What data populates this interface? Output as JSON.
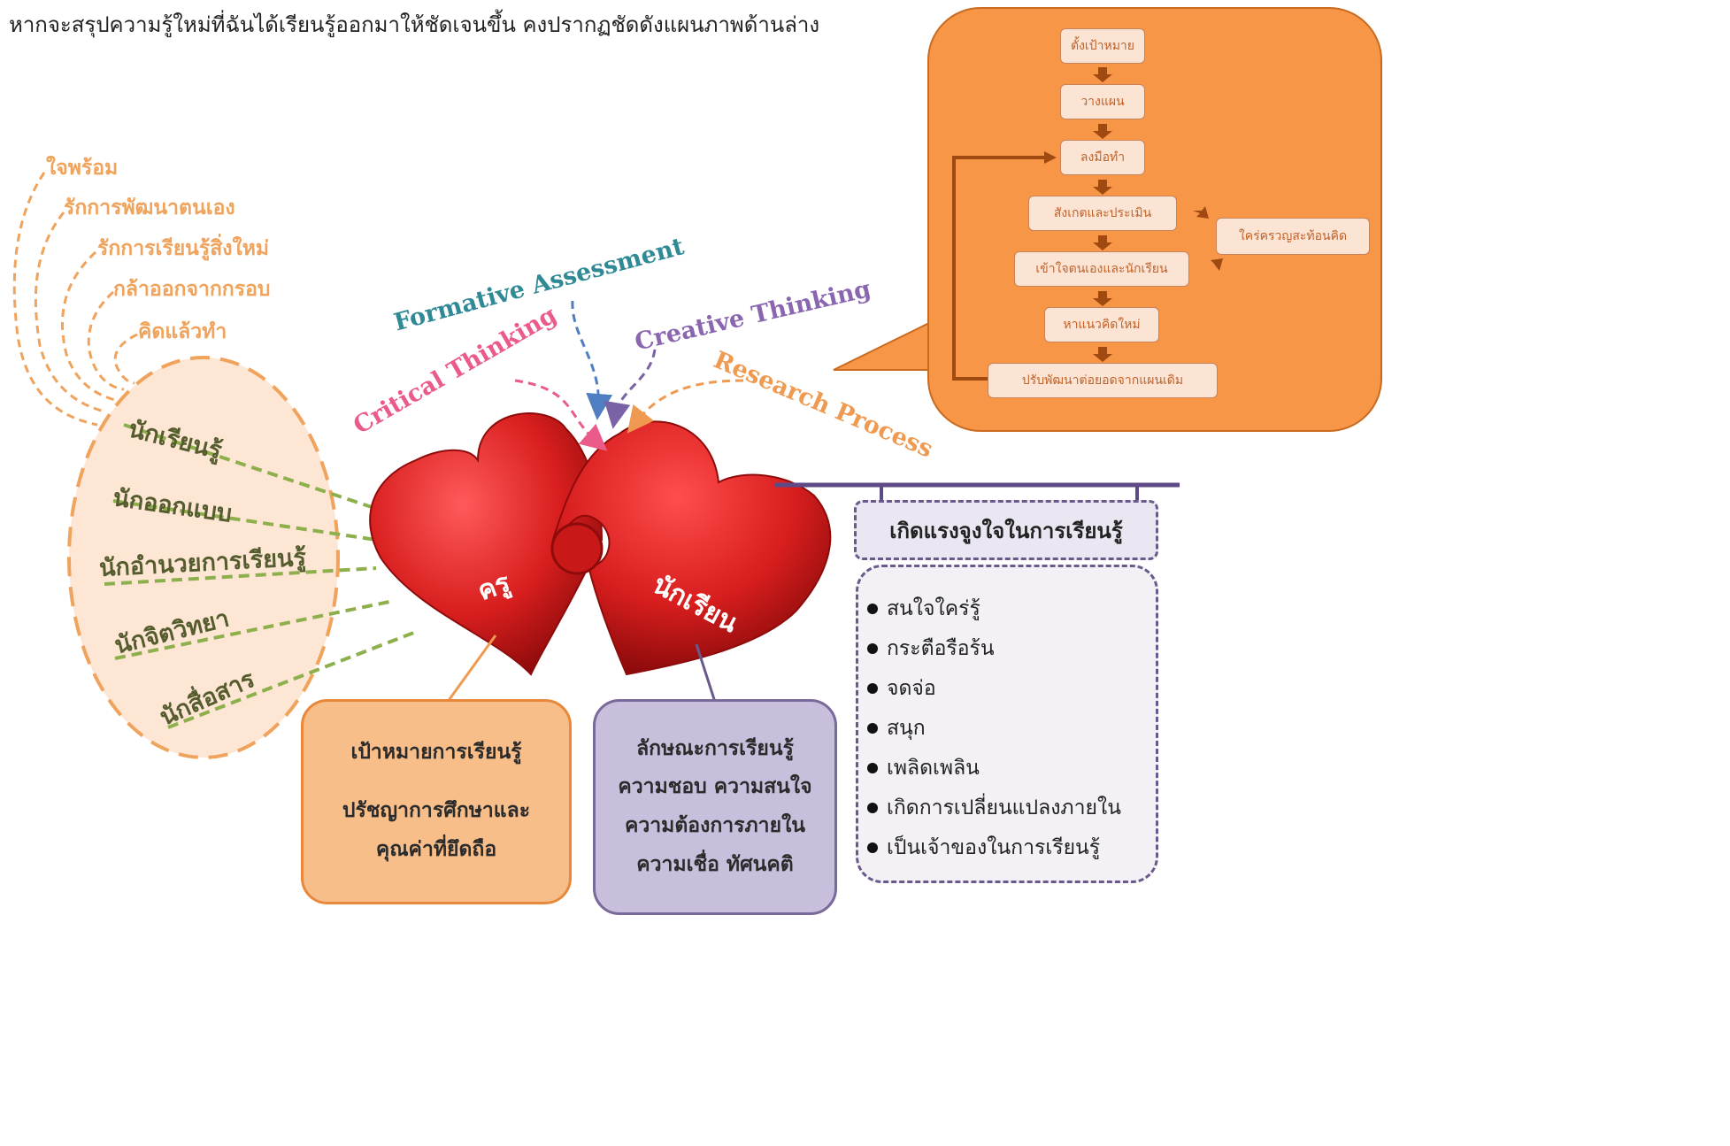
{
  "intro_text": "หากจะสรุปความรู้ใหม่ที่ฉันได้เรียนรู้ออกมาให้ชัดเจนขึ้น   คงปรากฏชัดดังแผนภาพด้านล่าง",
  "traits": [
    "ใจพร้อม",
    "รักการพัฒนาตนเอง",
    "รักการเรียนรู้สิ่งใหม่",
    "กล้าออกจากกรอบ",
    "คิดแล้วทำ"
  ],
  "roles": [
    "นักเรียนรู้",
    "นักออกแบบ",
    "นักอำนวยการเรียนรู้",
    "นักจิตวิทยา",
    "นักสื่อสาร"
  ],
  "concepts": {
    "formative": "Formative Assessment",
    "creative": "Creative Thinking",
    "critical": "Critical Thinking",
    "research": "Research Process"
  },
  "hearts": {
    "teacher": "ครู",
    "student": "นักเรียน"
  },
  "teacher_box": {
    "line1": "เป้าหมายการเรียนรู้",
    "line2": "ปรัชญาการศึกษาและ",
    "line3": "คุณค่าที่ยึดถือ"
  },
  "student_box": {
    "line1": "ลักษณะการเรียนรู้",
    "line2": "ความชอบ  ความสนใจ",
    "line3": "ความต้องการภายใน",
    "line4": "ความเชื่อ  ทัศนคติ"
  },
  "motivation": {
    "title": "เกิดแรงจูงใจในการเรียนรู้",
    "items": [
      "สนใจใคร่รู้",
      "กระตือรือร้น",
      "จดจ่อ",
      "สนุก",
      "เพลิดเพลิน",
      "เกิดการเปลี่ยนแปลงภายใน",
      "เป็นเจ้าของในการเรียนรู้"
    ]
  },
  "process": {
    "steps": [
      "ตั้งเป้าหมาย",
      "วางแผน",
      "ลงมือทำ",
      "สังเกตและประเมิน",
      "เข้าใจตนเองและนักเรียน",
      "หาแนวคิดใหม่",
      "ปรับพัฒนาต่อยอดจากแผนเดิม"
    ],
    "reflect": "ใคร่ครวญสะท้อนคิด"
  },
  "colors": {
    "trait_orange": "#f0a35c",
    "role_olive": "#555c2e",
    "formative": "#2f8a96",
    "creative": "#8a66b0",
    "critical": "#ea5b8a",
    "research": "#ef9a50",
    "heart_red": "#d81e1e",
    "panel_orange": "#f79646"
  }
}
